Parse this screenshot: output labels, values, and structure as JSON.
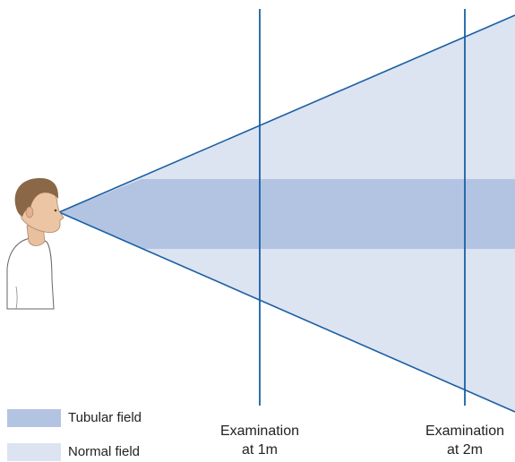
{
  "legend": {
    "tubular": {
      "label": "Tubular field",
      "color": "#b3c4e3"
    },
    "normal": {
      "label": "Normal field",
      "color": "#dce3f1"
    }
  },
  "exam_lines": {
    "color": "#1a5fa3",
    "one_m": {
      "line1": "Examination",
      "line2": "at 1m"
    },
    "two_m": {
      "line1": "Examination",
      "line2": "at 2m"
    }
  },
  "cone_edge_color": "#1a5fa3"
}
